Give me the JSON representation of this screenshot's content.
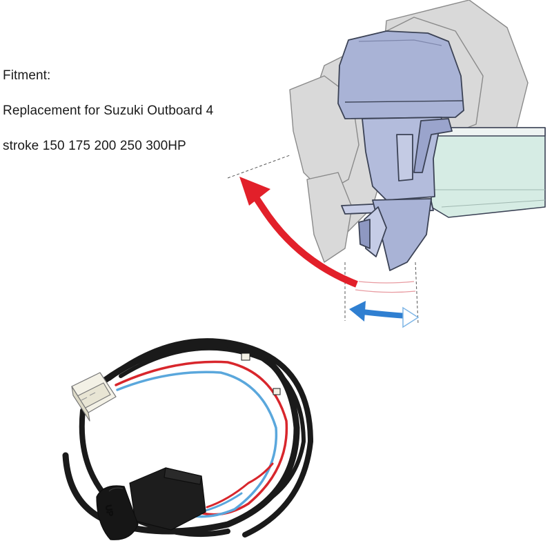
{
  "fitment": {
    "heading": "Fitment:",
    "line1": "Replacement for Suzuki Outboard 4",
    "line2": "stroke 150 175 200 250 300HP"
  },
  "colors": {
    "motor_blue": "#a9b3d6",
    "motor_outline": "#3b4255",
    "boat_green": "#d6ece4",
    "ghost_gray": "#d6d6d6",
    "trim_arrow_red": "#e2202a",
    "tilt_arrow_blue": "#2f7fd1",
    "wire_black": "#1a1a1a",
    "wire_red": "#d8262c",
    "wire_blue": "#5aa7dc",
    "connector_white": "#f3f1e6"
  },
  "icons": {
    "trim_arrow": "curved-up-arrow-icon",
    "tilt_arrow": "double-headed-arrow-icon",
    "motor": "outboard-motor-icon",
    "switch": "trim-tilt-switch-icon"
  }
}
